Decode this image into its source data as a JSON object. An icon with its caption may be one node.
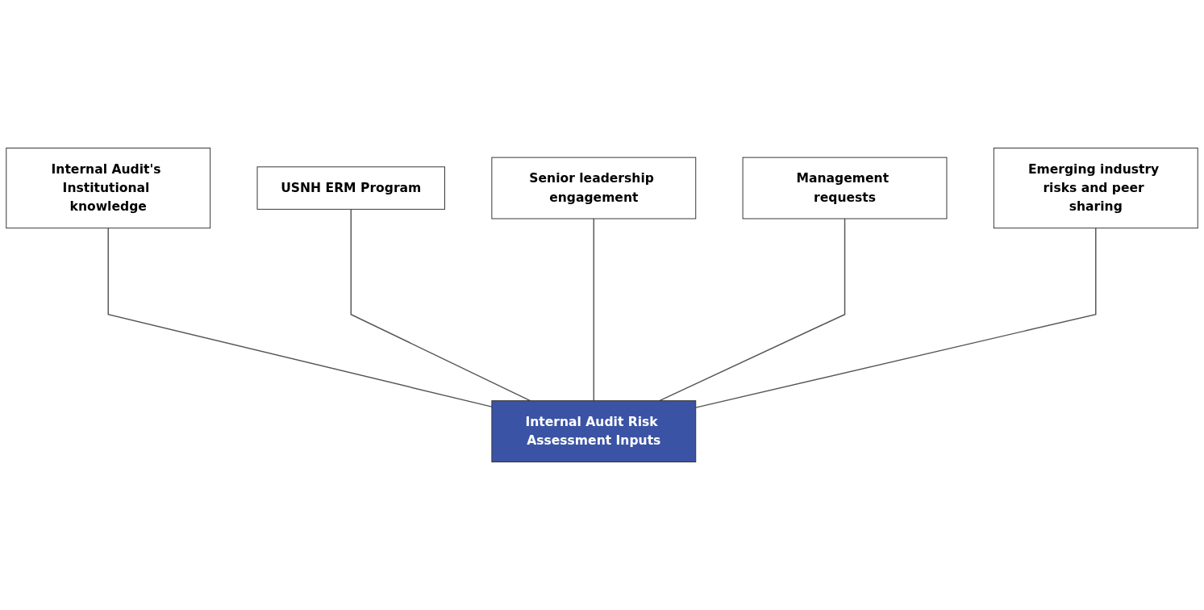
{
  "diagram": {
    "nodes": [
      {
        "text": [
          "Internal Audit's Institutional knowledge"
        ]
      },
      {
        "text": [
          "USNH ERM Program"
        ]
      },
      {
        "text": [
          "Senior leadership engagement"
        ]
      },
      {
        "text": [
          "Management requests"
        ]
      },
      {
        "text": [
          "Emerging industry risks and peer sharing"
        ]
      },
      {
        "text": [
          "Internal Audit Risk Assessment Inputs"
        ]
      }
    ],
    "edges": [
      {
        "from": 0,
        "to": 5,
        "arrow": "none"
      },
      {
        "from": 1,
        "to": 5,
        "arrow": "none"
      },
      {
        "from": 2,
        "to": 5,
        "arrow": "none"
      },
      {
        "from": 3,
        "to": 5,
        "arrow": "none"
      },
      {
        "from": 4,
        "to": 5,
        "arrow": "none"
      }
    ]
  }
}
